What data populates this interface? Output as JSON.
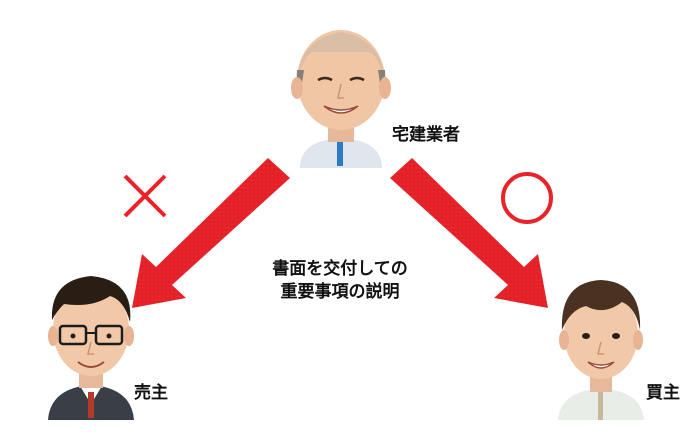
{
  "diagram": {
    "agent_label": "宅建業者",
    "seller_label": "売主",
    "buyer_label": "買主",
    "center_text": [
      "書面を交付しての",
      "重要事項の説明"
    ],
    "seller_mark": "✕",
    "buyer_mark": "○"
  },
  "colors": {
    "arrow": "#e8242a",
    "mark": "#e8242a",
    "skin": "#f3cfb2",
    "hair_dark": "#2a1d14",
    "hair_gray": "#8a8077"
  }
}
